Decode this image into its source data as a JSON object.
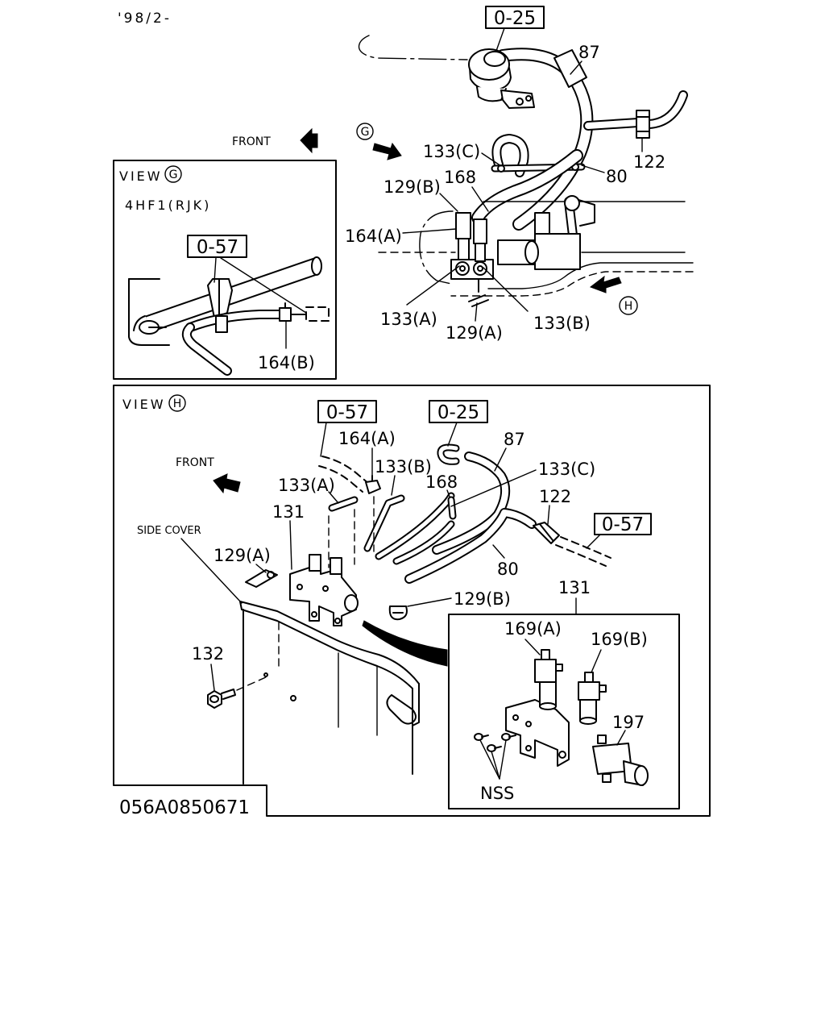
{
  "header": {
    "revision": "'98/2-"
  },
  "main_view": {
    "ref_top": "0-25",
    "front_label": "FRONT",
    "view_g_marker": "G",
    "view_h_marker": "H",
    "callouts": {
      "p87": "87",
      "p133c": "133(C)",
      "p122": "122",
      "p80": "80",
      "p168": "168",
      "p129b": "129(B)",
      "p164a": "164(A)",
      "p133a": "133(A)",
      "p129a": "129(A)",
      "p133b": "133(B)"
    }
  },
  "view_g": {
    "title": "VIEW",
    "marker": "G",
    "engine": "4HF1(RJK)",
    "ref": "0-57",
    "callouts": {
      "p164b": "164(B)"
    }
  },
  "view_h": {
    "title": "VIEW",
    "marker": "H",
    "front_label": "FRONT",
    "side_cover_label": "SIDE COVER",
    "refs": {
      "left": "0-57",
      "center": "0-25",
      "right": "0-57"
    },
    "callouts": {
      "p164a": "164(A)",
      "p87": "87",
      "p133b": "133(B)",
      "p133c": "133(C)",
      "p133a": "133(A)",
      "p168": "168",
      "p131": "131",
      "p122": "122",
      "p129a": "129(A)",
      "p80": "80",
      "p129b": "129(B)",
      "p132": "132"
    },
    "detail": {
      "p131": "131",
      "p169a": "169(A)",
      "p169b": "169(B)",
      "p197": "197",
      "nss": "NSS"
    }
  },
  "footer": {
    "drawing_number": "056A0850671"
  }
}
